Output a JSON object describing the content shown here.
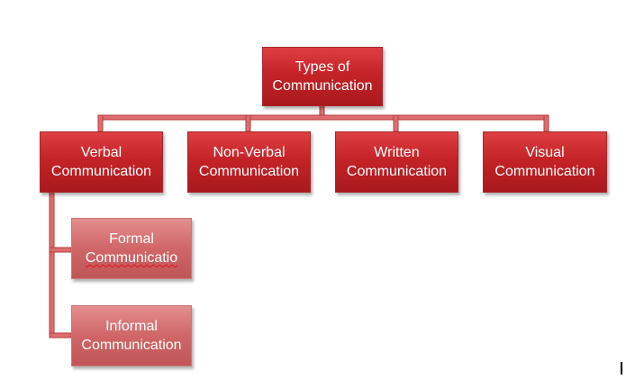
{
  "colors": {
    "node_primary": "#c42327",
    "node_secondary": "#d06668",
    "connector": "#c9474a"
  },
  "diagram": {
    "root": {
      "line1": "Types of",
      "line2": "Communication"
    },
    "types": [
      {
        "line1": "Verbal",
        "line2": "Communication"
      },
      {
        "line1": "Non-Verbal",
        "line2": "Communication"
      },
      {
        "line1": "Written",
        "line2": "Communication"
      },
      {
        "line1": "Visual",
        "line2": "Communication"
      }
    ],
    "verbal_children": [
      {
        "line1": "Formal",
        "line2": "Communicatio"
      },
      {
        "line1": "Informal",
        "line2": "Communication"
      }
    ]
  }
}
